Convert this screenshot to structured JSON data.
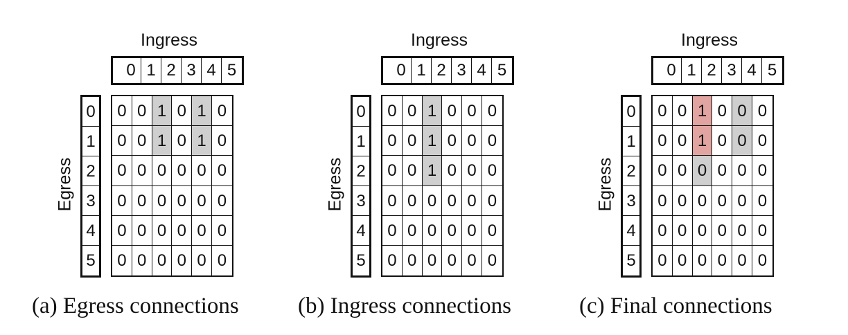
{
  "colors": {
    "grey": "#cfcfcf",
    "red": "#e2a4a1"
  },
  "labels": [
    "0",
    "1",
    "2",
    "3",
    "4",
    "5"
  ],
  "panels": [
    {
      "ingress": "Ingress",
      "egress": "Egress",
      "caption": "(a) Egress connections",
      "matrix": [
        [
          0,
          0,
          1,
          0,
          1,
          0
        ],
        [
          0,
          0,
          1,
          0,
          1,
          0
        ],
        [
          0,
          0,
          0,
          0,
          0,
          0
        ],
        [
          0,
          0,
          0,
          0,
          0,
          0
        ],
        [
          0,
          0,
          0,
          0,
          0,
          0
        ],
        [
          0,
          0,
          0,
          0,
          0,
          0
        ]
      ],
      "highlight": [
        [
          "",
          "",
          "grey",
          "",
          "grey",
          ""
        ],
        [
          "",
          "",
          "grey",
          "",
          "grey",
          ""
        ],
        [
          "",
          "",
          "",
          "",
          "",
          ""
        ],
        [
          "",
          "",
          "",
          "",
          "",
          ""
        ],
        [
          "",
          "",
          "",
          "",
          "",
          ""
        ],
        [
          "",
          "",
          "",
          "",
          "",
          ""
        ]
      ]
    },
    {
      "ingress": "Ingress",
      "egress": "Egress",
      "caption": "(b) Ingress connections",
      "matrix": [
        [
          0,
          0,
          1,
          0,
          0,
          0
        ],
        [
          0,
          0,
          1,
          0,
          0,
          0
        ],
        [
          0,
          0,
          1,
          0,
          0,
          0
        ],
        [
          0,
          0,
          0,
          0,
          0,
          0
        ],
        [
          0,
          0,
          0,
          0,
          0,
          0
        ],
        [
          0,
          0,
          0,
          0,
          0,
          0
        ]
      ],
      "highlight": [
        [
          "",
          "",
          "grey",
          "",
          "",
          ""
        ],
        [
          "",
          "",
          "grey",
          "",
          "",
          ""
        ],
        [
          "",
          "",
          "grey",
          "",
          "",
          ""
        ],
        [
          "",
          "",
          "",
          "",
          "",
          ""
        ],
        [
          "",
          "",
          "",
          "",
          "",
          ""
        ],
        [
          "",
          "",
          "",
          "",
          "",
          ""
        ]
      ]
    },
    {
      "ingress": "Ingress",
      "egress": "Egress",
      "caption": "(c) Final connections",
      "matrix": [
        [
          0,
          0,
          1,
          0,
          0,
          0
        ],
        [
          0,
          0,
          1,
          0,
          0,
          0
        ],
        [
          0,
          0,
          0,
          0,
          0,
          0
        ],
        [
          0,
          0,
          0,
          0,
          0,
          0
        ],
        [
          0,
          0,
          0,
          0,
          0,
          0
        ],
        [
          0,
          0,
          0,
          0,
          0,
          0
        ]
      ],
      "highlight": [
        [
          "",
          "",
          "red",
          "",
          "grey",
          ""
        ],
        [
          "",
          "",
          "red",
          "",
          "grey",
          ""
        ],
        [
          "",
          "",
          "grey",
          "",
          "",
          ""
        ],
        [
          "",
          "",
          "",
          "",
          "",
          ""
        ],
        [
          "",
          "",
          "",
          "",
          "",
          ""
        ],
        [
          "",
          "",
          "",
          "",
          "",
          ""
        ]
      ]
    }
  ]
}
